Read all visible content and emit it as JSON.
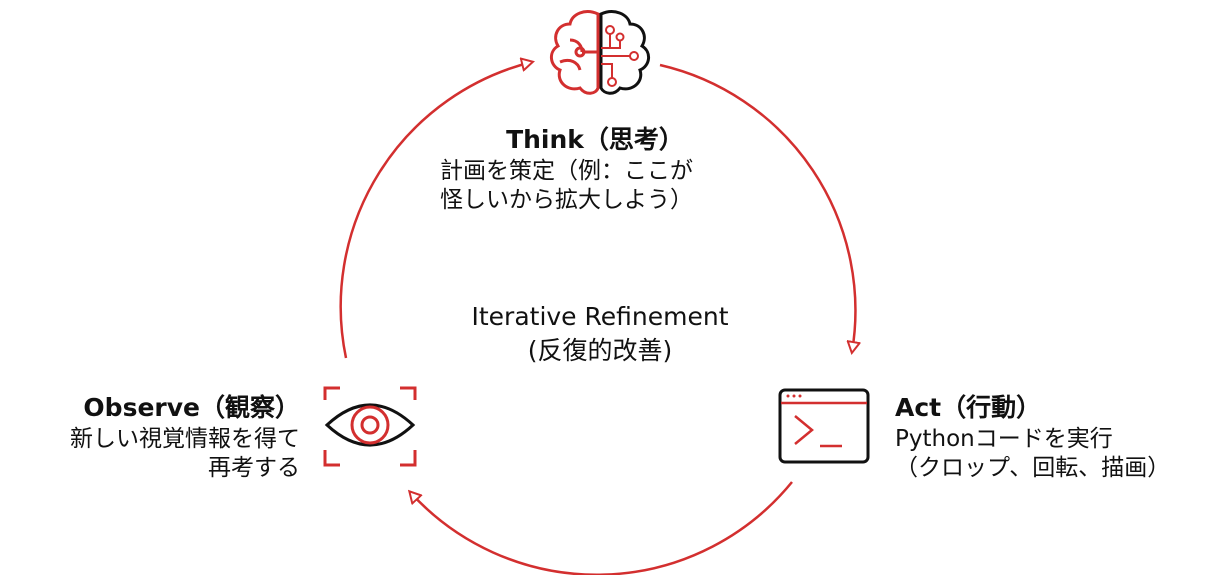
{
  "center": {
    "line1": "Iterative Refinement",
    "line2": "(反復的改善)"
  },
  "think": {
    "title": "Think（思考）",
    "desc1": "計画を策定（例：ここが",
    "desc2": "怪しいから拡大しよう）",
    "icon": "brain-circuit-icon"
  },
  "act": {
    "title": "Act（行動）",
    "desc1": "Pythonコードを実行",
    "desc2": "（クロップ、回転、描画）",
    "icon": "terminal-icon"
  },
  "observe": {
    "title": "Observe（観察）",
    "desc1": "新しい視覚情報を得て",
    "desc2": "再考する",
    "icon": "eye-scan-icon"
  },
  "colors": {
    "accent": "#d32f2f",
    "ink": "#111111"
  }
}
